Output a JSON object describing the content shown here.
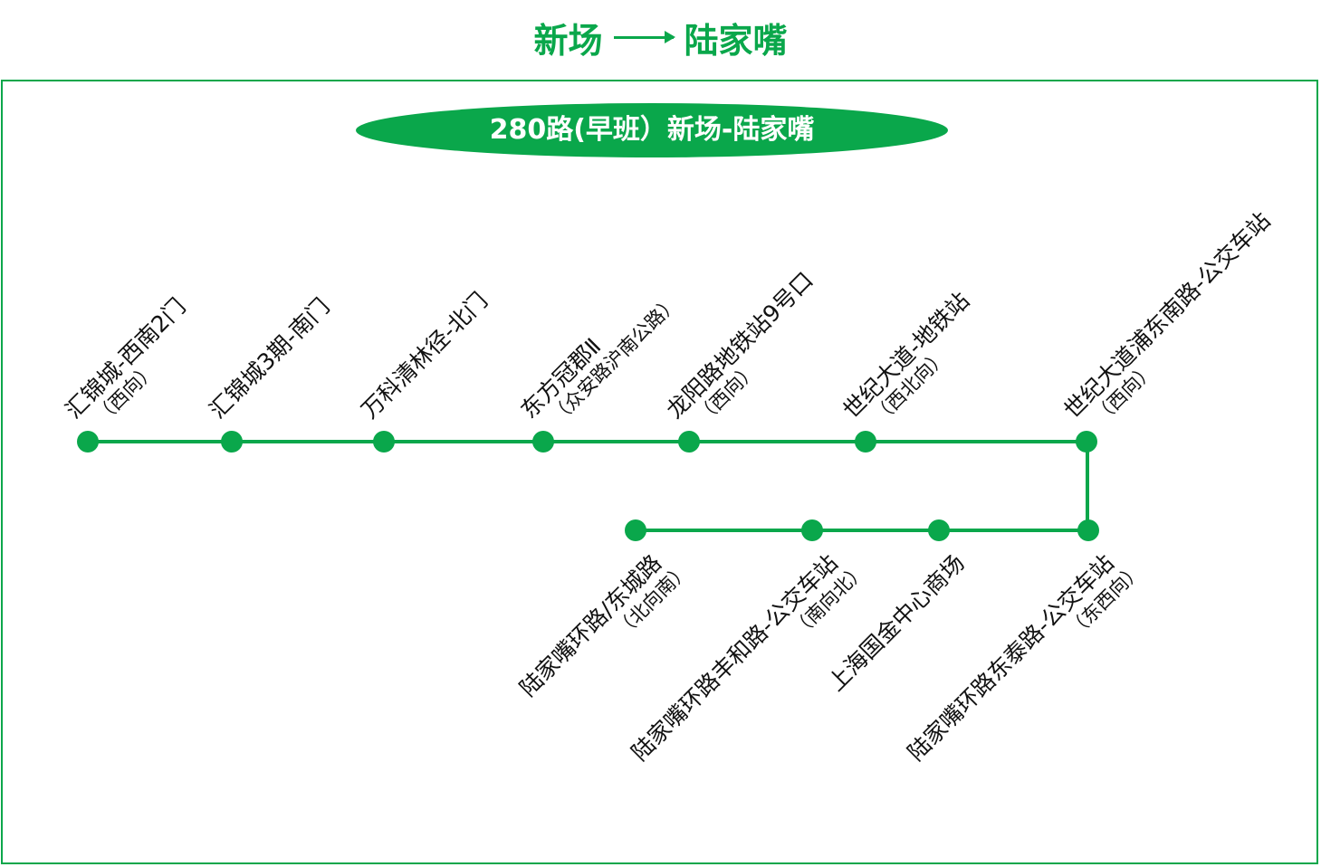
{
  "header": {
    "from": "新场",
    "to": "陆家嘴"
  },
  "route_title": "280路(早班）新场-陆家嘴",
  "line_color": "#0aa74b",
  "stops_top": [
    {
      "name": "汇锦城-西南2门",
      "dir": "（西向）"
    },
    {
      "name": "汇锦城3期-南门",
      "dir": ""
    },
    {
      "name": "万科清林径-北门",
      "dir": ""
    },
    {
      "name": "东方冠郡Ⅱ",
      "dir": "（众安路沪南公路）"
    },
    {
      "name": "龙阳路地铁站9号口",
      "dir": "（西向）"
    },
    {
      "name": "世纪大道-地铁站",
      "dir": "（西北向）"
    },
    {
      "name": "世纪大道浦东南路-公交车站",
      "dir": "（西向）"
    }
  ],
  "stops_bottom": [
    {
      "name": "陆家嘴环路/东城路",
      "dir": "（北向南）"
    },
    {
      "name": "陆家嘴环路丰和路-公交车站",
      "dir": "（南向北）"
    },
    {
      "name": "上海国金中心商场",
      "dir": ""
    },
    {
      "name": "陆家嘴环路东泰路-公交车站",
      "dir": "（东西向）"
    }
  ]
}
